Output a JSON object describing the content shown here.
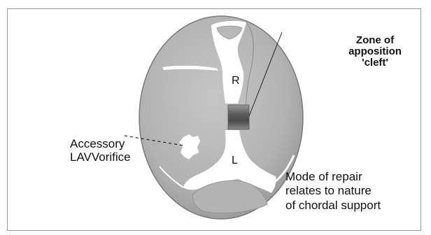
{
  "labels": {
    "zone_line1": "Zone of",
    "zone_line2": "apposition",
    "zone_line3": "'cleft'",
    "accessory_line1": "Accessory",
    "accessory_line2": "LAVVorifice",
    "repair_line1": "Mode of repair",
    "repair_line2": "relates to nature",
    "repair_line3": "of chordal support",
    "right_letter": "R",
    "left_letter": "L"
  },
  "colors": {
    "leaflet_fill": "#b5b5b5",
    "leaflet_shade": "#8f8f8f",
    "background": "#ffffff",
    "frame": "#9a9a9a",
    "text": "#111111"
  }
}
